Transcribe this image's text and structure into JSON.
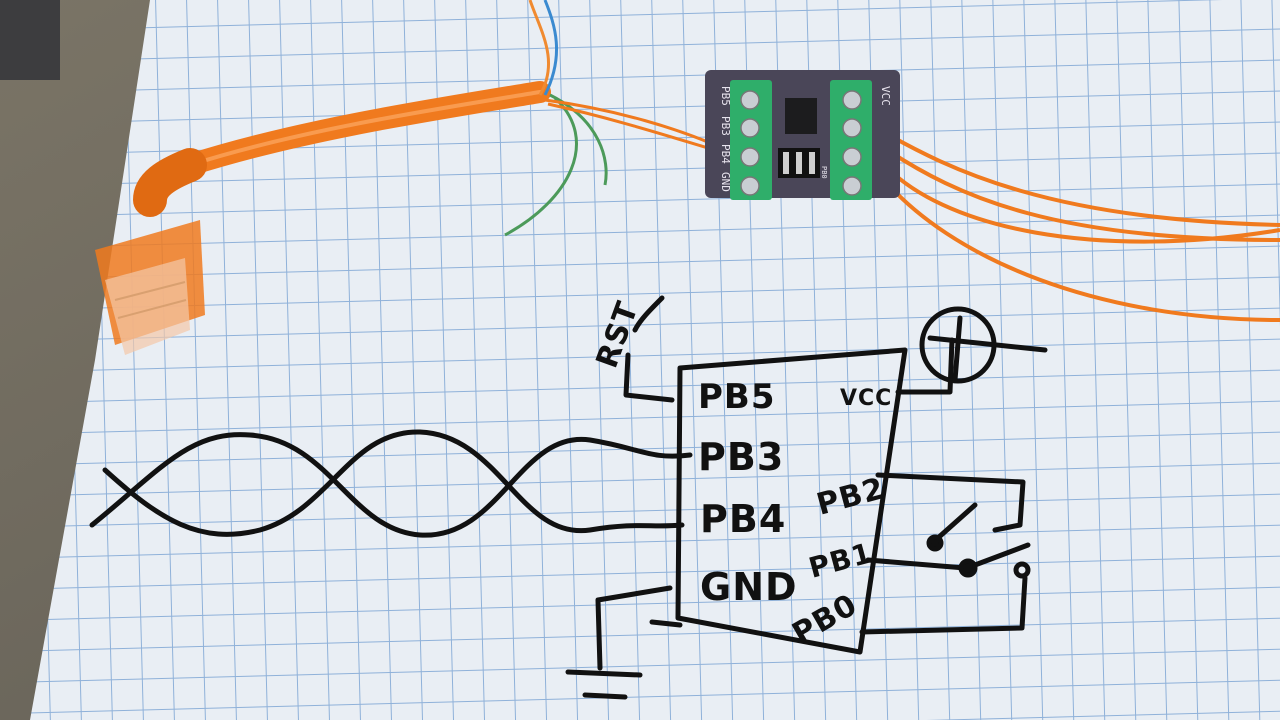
{
  "scene": {
    "description_label": "Hand-drawn ATtiny pinout sketch on graph paper with a screw-terminal breakout board and orange Ethernet cable"
  },
  "sketch": {
    "rst": "RST",
    "pb5": "PB5",
    "pb3": "PB3",
    "pb4": "PB4",
    "gnd": "GND",
    "vcc": "VCC",
    "pb2": "PB2",
    "pb1": "PB1",
    "pb0": "PB0"
  },
  "board": {
    "left_labels": [
      "PB5",
      "PB3",
      "PB4",
      "GND"
    ],
    "right_label": "VCC",
    "jumper_label": "PB0"
  },
  "colors": {
    "paper": "#e9eef4",
    "grid": "#8fb1d9",
    "cable": "#f07a1e",
    "terminal": "#2fae6a",
    "pcb": "#4a4658",
    "ink": "#111111",
    "carpet": "#6f6a60"
  }
}
